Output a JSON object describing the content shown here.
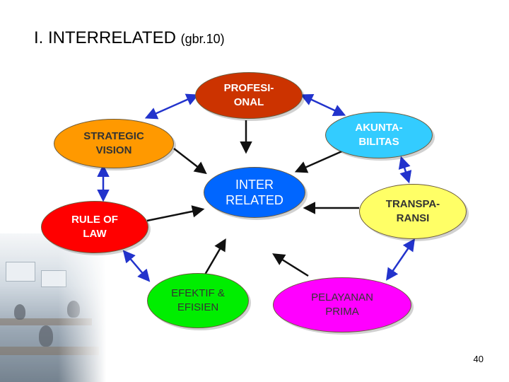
{
  "slide": {
    "title_main": "I. INTERRELATED",
    "title_sub": "(gbr.10)",
    "page_number": "40"
  },
  "nodes": {
    "profesional": {
      "label": "PROFESI-\nONAL",
      "fill": "#cc3300",
      "text_color": "#ffffff"
    },
    "akuntabilitas": {
      "label": "AKUNTA-\nBILITAS",
      "fill": "#33ccff",
      "text_color": "#ffffff"
    },
    "strategic_vision": {
      "label": "STRATEGIC\nVISION",
      "fill": "#ff9900",
      "text_color": "#333333"
    },
    "interrelated": {
      "label": "INTER\nRELATED",
      "fill": "#0066ff",
      "text_color": "#ffffff"
    },
    "transparansi": {
      "label": "TRANSPA-\nRANSI",
      "fill": "#ffff66",
      "text_color": "#333333"
    },
    "rule_of_law": {
      "label": "RULE OF\nLAW",
      "fill": "#ff0000",
      "text_color": "#ffffff"
    },
    "efektif_efisien": {
      "label": "EFEKTIF &\nEFISIEN",
      "fill": "#00ee00",
      "text_color": "#333333"
    },
    "pelayanan_prima": {
      "label": "PELAYANAN\nPRIMA",
      "fill": "#ff00ff",
      "text_color": "#333333"
    }
  },
  "colors": {
    "connector_blue": "#2233cc",
    "connector_black": "#111111"
  }
}
